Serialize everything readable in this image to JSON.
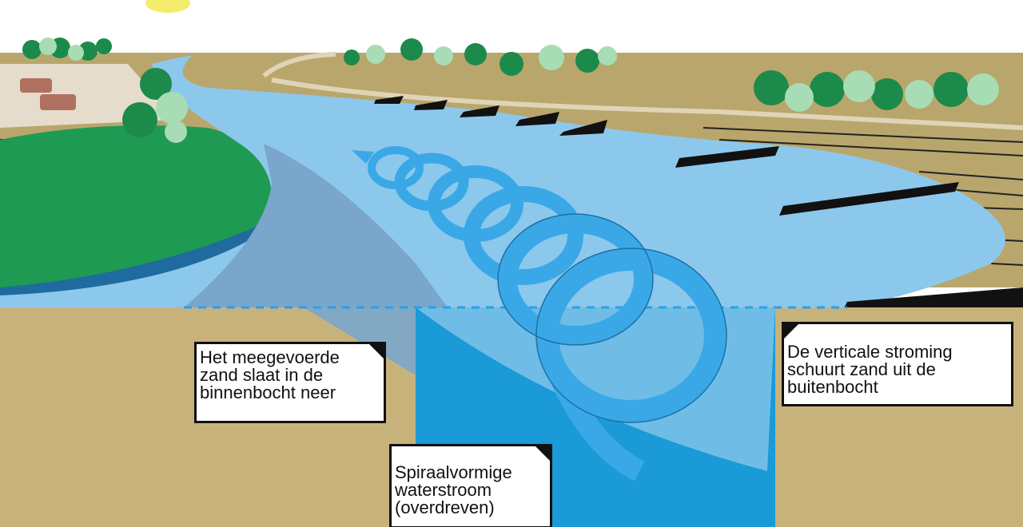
{
  "labels": {
    "inner_bend": {
      "lines": [
        "Het meegevoerde",
        "zand slaat in de",
        "binnenbocht neer"
      ]
    },
    "spiral": {
      "lines": [
        "Spiraalvormige",
        "waterstroom",
        "(overdreven)"
      ]
    },
    "outer_bend": {
      "lines": [
        "De verticale stroming",
        "schuurt zand uit de",
        "buitenbocht"
      ]
    }
  },
  "colors": {
    "sand": "#c8b27c",
    "water_light": "#8cc8ec",
    "water_mid": "#7aa6cc",
    "water_deep": "#1a9ad6",
    "spiral": "#3aa8e6",
    "grass": "#1f9a52",
    "tree_light": "#a8dcb4",
    "tree_dark": "#1c8a4a"
  }
}
